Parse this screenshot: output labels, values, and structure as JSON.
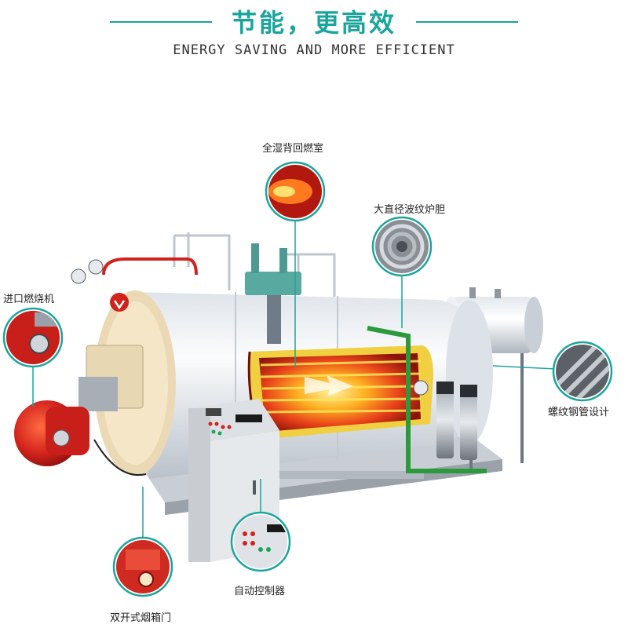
{
  "header": {
    "title": "节能，更高效",
    "subtitle": "ENERGY SAVING AND MORE EFFICIENT"
  },
  "callouts": {
    "wet_back_chamber": "全湿背回燃室",
    "corrugated_furnace": "大直径波纹炉胆",
    "imported_burner": "进口燃烧机",
    "threaded_steel_pipe": "螺纹钢管设计",
    "auto_controller": "自动控制器",
    "double_open_smoke_box": "双开式烟箱门"
  },
  "colors": {
    "accent": "#1aa59c",
    "burner_red": "#d2221c",
    "boiler_white": "#f2f4f6"
  }
}
